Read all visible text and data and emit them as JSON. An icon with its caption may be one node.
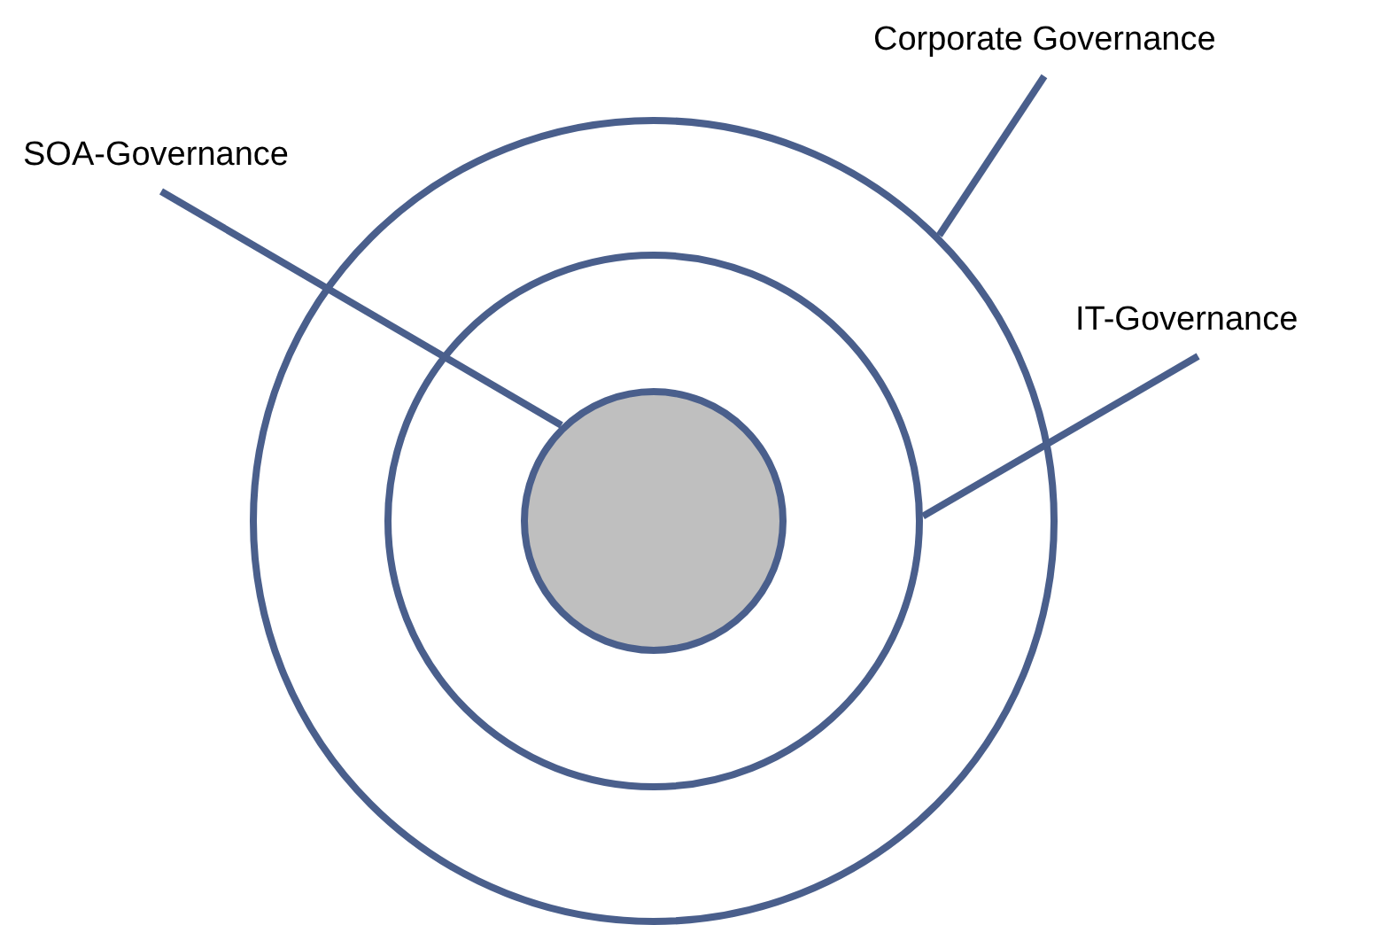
{
  "diagram": {
    "nodes": [
      {
        "text": [
          "Corporate Governance"
        ]
      },
      {
        "text": [
          "SOA-Governance"
        ]
      },
      {
        "text": [
          "IT-Governance"
        ]
      },
      {
        "text": [],
        "shape": "circle"
      },
      {
        "text": [],
        "shape": "circle",
        "in": 3
      },
      {
        "text": [],
        "shape": "circle",
        "in": 4
      }
    ],
    "edges": [
      {
        "from": 0,
        "to": 3,
        "arrow": "none"
      },
      {
        "from": 1,
        "to": 5,
        "arrow": "none"
      },
      {
        "from": 2,
        "to": 4,
        "arrow": "none"
      }
    ]
  }
}
